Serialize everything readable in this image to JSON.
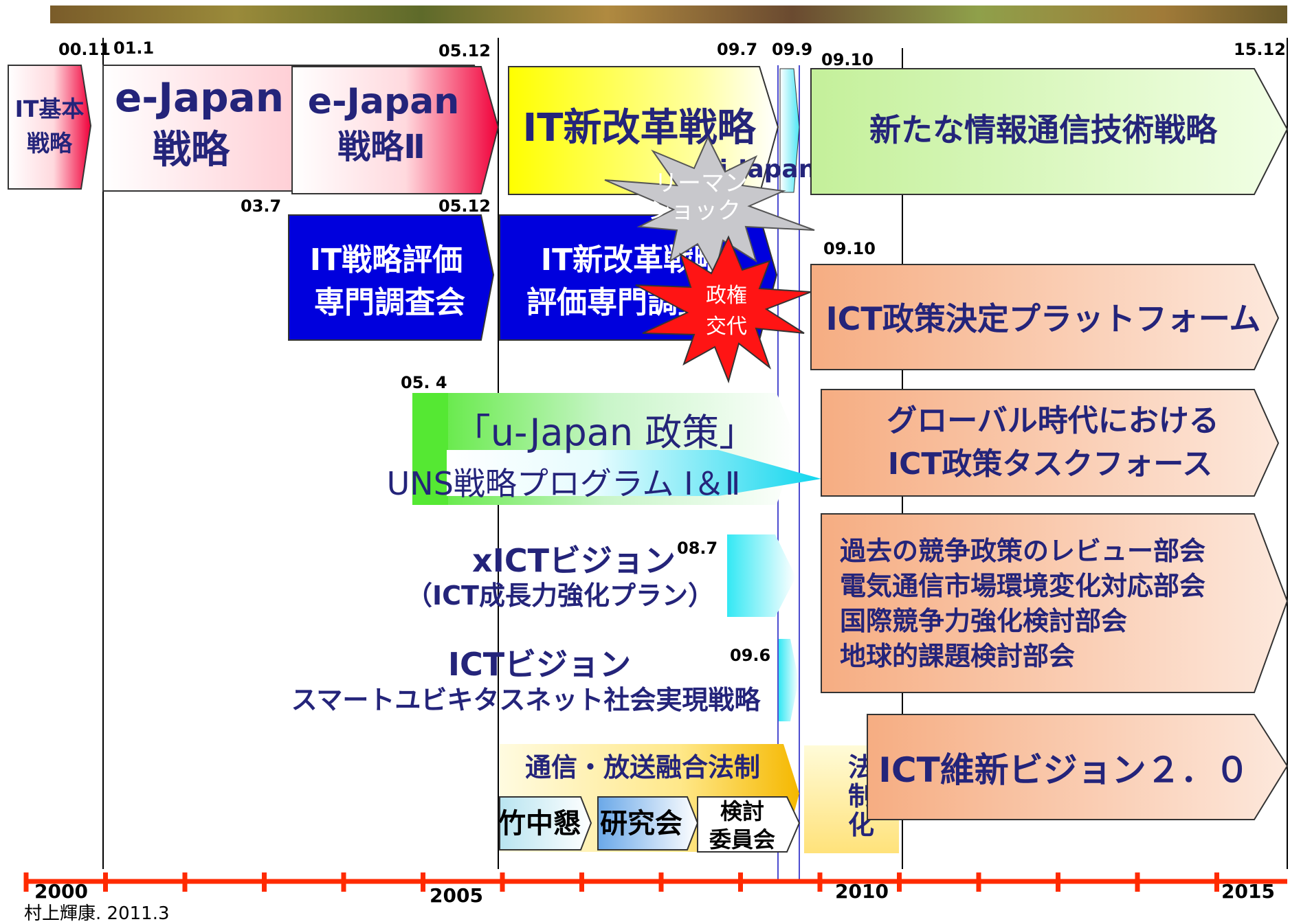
{
  "top_texture_colors": [
    "#7a5c2a",
    "#9a8a3a",
    "#5e6a2a",
    "#b08a40",
    "#6a4a30",
    "#8fa04a"
  ],
  "year_labels": [
    "2000",
    "2005",
    "2010",
    "2015"
  ],
  "credit": "村上輝康. 2011.3",
  "date_labels": {
    "d0011": "00.11",
    "d011": "01.1",
    "d0512a": "05.12",
    "d097": "09.7",
    "d099": "09.9",
    "d0910a": "09.10",
    "d1512": "15.12",
    "d037": "03.7",
    "d0512b": "05.12",
    "d0910b": "09.10",
    "d054": "05. 4",
    "d087": "08.7",
    "d096": "09.6"
  },
  "row1": {
    "it_kihon": [
      "IT基本",
      "戦略"
    ],
    "ejapan": [
      "e-Japan",
      "戦略"
    ],
    "ejapan2": [
      "e-Japan",
      "戦略Ⅱ"
    ],
    "it_shin": "IT新改革戦略",
    "ijapan": "i-Japan戦略",
    "atarashii": "新たな情報通信技術戦略"
  },
  "row2": {
    "hyoka": [
      "IT戦略評価",
      "専門調査会"
    ],
    "shin_hyoka": [
      "IT新改革戦略",
      "評価専門調査会"
    ],
    "ict_platform": "ICT政策決定プラットフォーム"
  },
  "lehman": [
    "リーマン",
    "ショック"
  ],
  "seiken": [
    "政権",
    "交代"
  ],
  "ujapan": {
    "title": "「u-Japan 政策」",
    "uns": "UNS戦略プログラム Ⅰ＆Ⅱ",
    "global": [
      "グローバル時代における",
      "ICT政策タスクフォース"
    ]
  },
  "xict": {
    "title": "xICTビジョン",
    "sub": "（ICT成長力強化プラン）"
  },
  "bukai": [
    "過去の競争政策のレビュー部会",
    "電気通信市場環境変化対応部会",
    "国際競争力強化検討部会",
    "地球的課題検討部会"
  ],
  "ict_vision": {
    "title": "ICTビジョン",
    "sub": "スマートユビキタスネット社会実現戦略"
  },
  "tsushin": {
    "title": "通信・放送融合法制",
    "takenaka": "竹中懇",
    "kenkyu": "研究会",
    "kento": [
      "検討",
      "委員会"
    ],
    "hosei": [
      "法",
      "制",
      "化"
    ]
  },
  "ishin": "ICT維新ビジョン２．０",
  "colors": {
    "red_axis": "#ff2a00",
    "navy_text": "#24247a",
    "blue_box": "#0000dd",
    "yellow": "#ffff00",
    "cyan": "#33e3f2",
    "green": "#5cea3a",
    "salmon": "#f7b48c",
    "light_green": "#d6f5b0",
    "gold": "#f5c000",
    "starburst_red": "#ff1414",
    "starburst_gray": "#c8c8cc"
  }
}
